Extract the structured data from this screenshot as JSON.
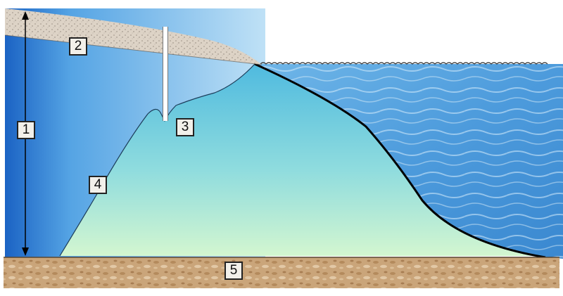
{
  "labels": {
    "thickness": "1",
    "surface_layer": "2",
    "well": "3",
    "interface": "4",
    "bedrock": "5"
  },
  "colors": {
    "sea": "#5aa6e0",
    "sea_light": "#bfe1f6",
    "fresh_lens_top": "#5cc3e2",
    "fresh_lens_bottom": "#cbf3d0",
    "sand": "#dcd2c5",
    "bedrock": "#c9a478",
    "coast_line": "#000000"
  }
}
